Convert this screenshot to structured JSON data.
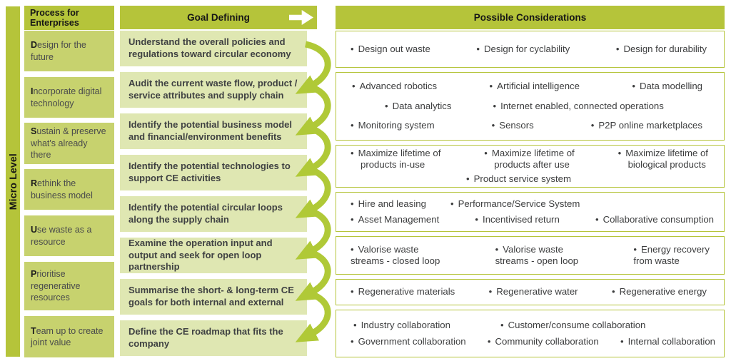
{
  "micro_level_label": "Micro Level",
  "colors": {
    "accent_green": "#b5c43a",
    "medium_green": "#c7d26e",
    "pale_green": "#dfe7b2",
    "arrow_lime": "#b0c937",
    "text_dark": "#3f4142"
  },
  "process": {
    "header": "Process for Enterprises",
    "items": [
      {
        "initial": "D",
        "rest": "esign for the future"
      },
      {
        "initial": "I",
        "rest": "ncorporate digital technology"
      },
      {
        "initial": "S",
        "rest": "ustain & preserve what's already there"
      },
      {
        "initial": "R",
        "rest": "ethink the business model"
      },
      {
        "initial": "U",
        "rest": "se waste as a resource"
      },
      {
        "initial": "P",
        "rest": "rioritise regenerative resources"
      },
      {
        "initial": "T",
        "rest": "eam up to create joint value"
      }
    ]
  },
  "goals": {
    "header": "Goal Defining",
    "items": [
      "Understand the overall policies and regulations toward circular economy",
      "Audit the current waste flow, product / service attributes and supply chain",
      "Identify the potential business model and financial/environment benefits",
      "Identify the potential technologies to support CE activities",
      "Identify the potential circular loops along the supply chain",
      "Examine the operation input and output and seek for open loop partnership",
      "Summarise the short- & long-term CE goals for both internal and external",
      "Define the CE roadmap that fits the company"
    ]
  },
  "considerations": {
    "header": "Possible Considerations",
    "boxes": [
      {
        "rows": [
          {
            "items": [
              {
                "t": "Design out waste"
              },
              {
                "t": "Design for cyclability"
              },
              {
                "t": "Design for durability"
              }
            ]
          }
        ]
      },
      {
        "rows": [
          {
            "items": [
              {
                "t": "Advanced robotics"
              },
              {
                "t": "Artificial intelligence"
              },
              {
                "t": "Data modelling"
              }
            ]
          },
          {
            "items": [
              {
                "t": "Data analytics"
              },
              {
                "t": "Internet enabled, connected operations"
              }
            ]
          },
          {
            "items": [
              {
                "t": "Monitoring system"
              },
              {
                "t": "Sensors"
              },
              {
                "t": "P2P online marketplaces"
              }
            ]
          }
        ]
      },
      {
        "rows": [
          {
            "items": [
              {
                "l1": "Maximize lifetime of",
                "l2": "products in-use"
              },
              {
                "l1": "Maximize lifetime of",
                "l2": "products after use"
              },
              {
                "l1": "Maximize lifetime of",
                "l2": "biological products"
              }
            ]
          },
          {
            "items": [
              {
                "t": "Product service system"
              }
            ]
          }
        ]
      },
      {
        "rows": [
          {
            "items": [
              {
                "t": "Hire and leasing"
              },
              {
                "t": "Performance/Service System"
              }
            ]
          },
          {
            "items": [
              {
                "t": "Asset Management"
              },
              {
                "t": "Incentivised return"
              },
              {
                "t": "Collaborative consumption"
              }
            ]
          }
        ]
      },
      {
        "rows": [
          {
            "items": [
              {
                "l1": "Valorise waste",
                "l2": "streams - closed loop"
              },
              {
                "l1": "Valorise waste",
                "l2": "streams - open loop"
              },
              {
                "l1": "Energy recovery",
                "l2": "from waste"
              }
            ]
          }
        ]
      },
      {
        "rows": [
          {
            "items": [
              {
                "t": "Regenerative materials"
              },
              {
                "t": "Regenerative water"
              },
              {
                "t": "Regenerative energy"
              }
            ]
          }
        ]
      },
      {
        "rows": [
          {
            "items": [
              {
                "t": "Industry collaboration"
              },
              {
                "t": "Customer/consume collaboration"
              }
            ]
          },
          {
            "items": [
              {
                "t": "Government collaboration"
              },
              {
                "t": "Community collaboration"
              },
              {
                "t": "Internal collaboration"
              }
            ]
          }
        ]
      }
    ]
  }
}
